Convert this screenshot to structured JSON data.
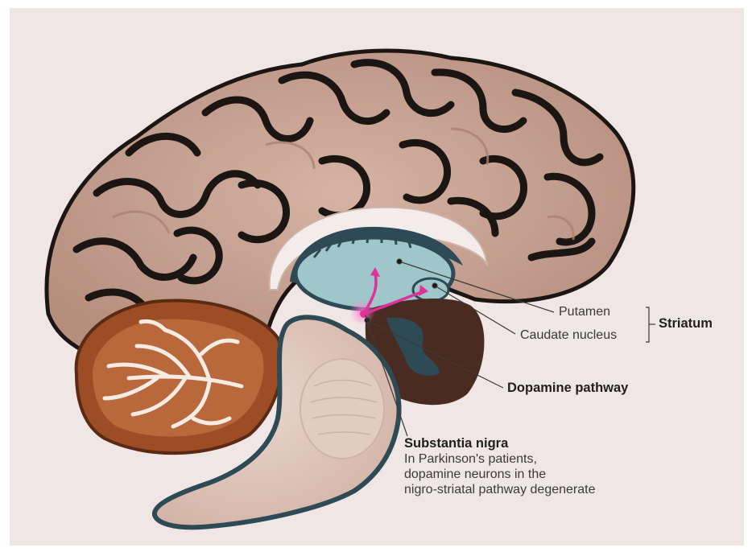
{
  "labels": {
    "putamen": "Putamen",
    "caudate_nucleus": "Caudate nucleus",
    "striatum": "Striatum",
    "dopamine_pathway": "Dopamine pathway",
    "substantia_nigra": "Substantia nigra",
    "description_lines": [
      "In Parkinson's patients,",
      "dopamine neurons in the",
      "nigro-striatal pathway degenerate"
    ]
  },
  "colors": {
    "background": "#f1e6e6",
    "cortex": "#c49e8e",
    "sulci": "#1c1613",
    "cerebellum": "#9c4d25",
    "brainstem": "#dcc2b5",
    "ventricle": "#2e4a55",
    "striatum": "#9fc7ca",
    "dopamine_pathway": "#e0309a",
    "midbrain_dark": "#4a2b22"
  }
}
